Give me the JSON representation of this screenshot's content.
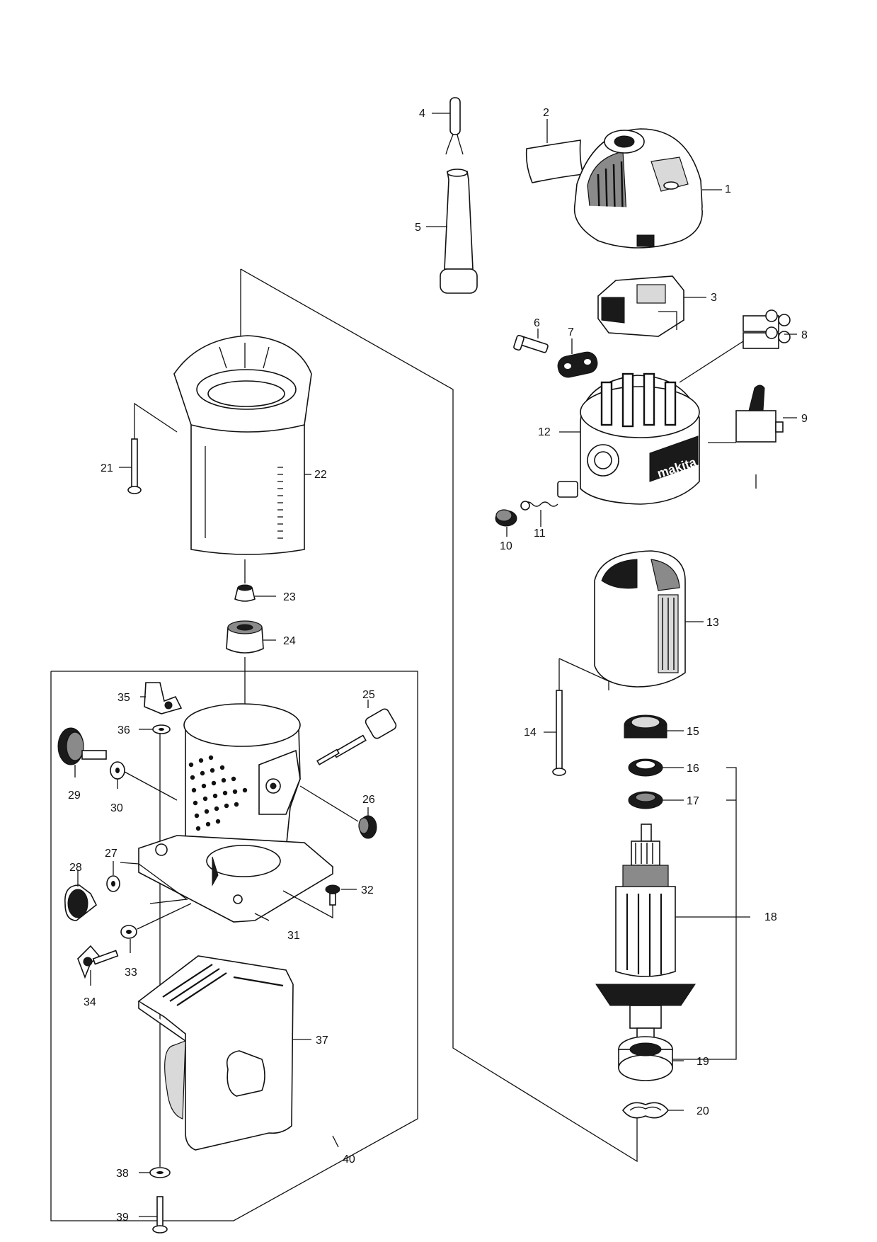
{
  "diagram": {
    "part_labels": {
      "p1": "1",
      "p2": "2",
      "p3": "3",
      "p4": "4",
      "p5": "5",
      "p6": "6",
      "p7": "7",
      "p8": "8",
      "p9": "9",
      "p10": "10",
      "p11": "11",
      "p12": "12",
      "p13": "13",
      "p14": "14",
      "p15": "15",
      "p16": "16",
      "p17": "17",
      "p18": "18",
      "p19": "19",
      "p20": "20",
      "p21": "21",
      "p22": "22",
      "p23": "23",
      "p24": "24",
      "p25": "25",
      "p26": "26",
      "p27": "27",
      "p28": "28",
      "p29": "29",
      "p30": "30",
      "p31": "31",
      "p32": "32",
      "p33": "33",
      "p34": "34",
      "p35": "35",
      "p36": "36",
      "p37": "37",
      "p38": "38",
      "p39": "39",
      "p40": "40"
    },
    "brand_mark": "makita"
  }
}
